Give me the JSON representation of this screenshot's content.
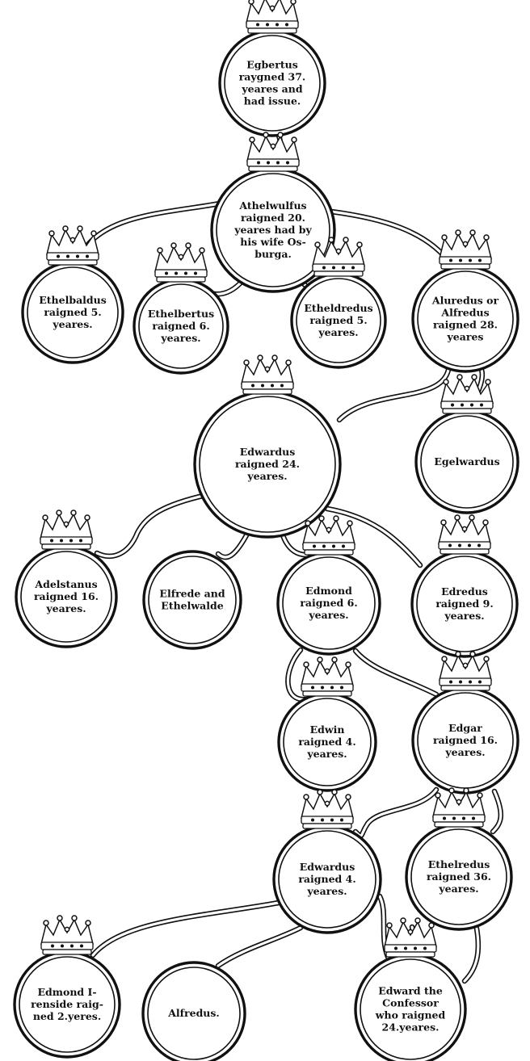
{
  "nodes": [
    {
      "id": "egbertus",
      "lines": [
        "Egbertus",
        "raygned 37.",
        "yeares and",
        "had issue."
      ]
    },
    {
      "id": "athelwulfus",
      "lines": [
        "Athelwulfus",
        "raigned 20.",
        "yeares had by",
        "his wife Os-",
        "burga."
      ]
    },
    {
      "id": "ethelbaldus",
      "lines": [
        "Ethelbaldus",
        "raigned 5.",
        "yeares."
      ]
    },
    {
      "id": "ethelbertus",
      "lines": [
        "Ethelbertus",
        "raigned 6.",
        "yeares."
      ]
    },
    {
      "id": "etheldredus",
      "lines": [
        "Etheldredus",
        "raigned 5.",
        "yeares."
      ]
    },
    {
      "id": "aluredus",
      "lines": [
        "Aluredus or",
        "Alfredus",
        "raigned 28.",
        "yeares"
      ]
    },
    {
      "id": "edwardus1",
      "lines": [
        "Edwardus",
        "raigned 24.",
        "yeares."
      ]
    },
    {
      "id": "egelwardus",
      "lines": [
        "Egelwardus"
      ]
    },
    {
      "id": "adelstanus",
      "lines": [
        "Adelstanus",
        "raigned 16.",
        "yeares."
      ]
    },
    {
      "id": "elfrede",
      "lines": [
        "Elfrede and",
        "Ethelwalde"
      ]
    },
    {
      "id": "edmond",
      "lines": [
        "Edmond",
        "raigned 6.",
        "yeares."
      ]
    },
    {
      "id": "edredus",
      "lines": [
        "Edredus",
        "raigned 9.",
        "yeares."
      ]
    },
    {
      "id": "edwin",
      "lines": [
        "Edwin",
        "raigned 4.",
        "yeares."
      ]
    },
    {
      "id": "edgar",
      "lines": [
        "Edgar",
        "raigned 16.",
        "yeares."
      ]
    },
    {
      "id": "edwardus2",
      "lines": [
        "Edwardus",
        "raigned 4.",
        "yeares."
      ]
    },
    {
      "id": "ethelredus",
      "lines": [
        "Ethelredus",
        "raigned 36.",
        "yeares."
      ]
    },
    {
      "id": "edmond_ironside",
      "lines": [
        "Edmond I-",
        "renside raig-",
        "ned 2.yeres."
      ]
    },
    {
      "id": "alfredus",
      "lines": [
        "Alfredus."
      ]
    },
    {
      "id": "edward_confessor",
      "lines": [
        "Edward the",
        "Confessor",
        "who raigned",
        "24.yeares."
      ]
    }
  ]
}
